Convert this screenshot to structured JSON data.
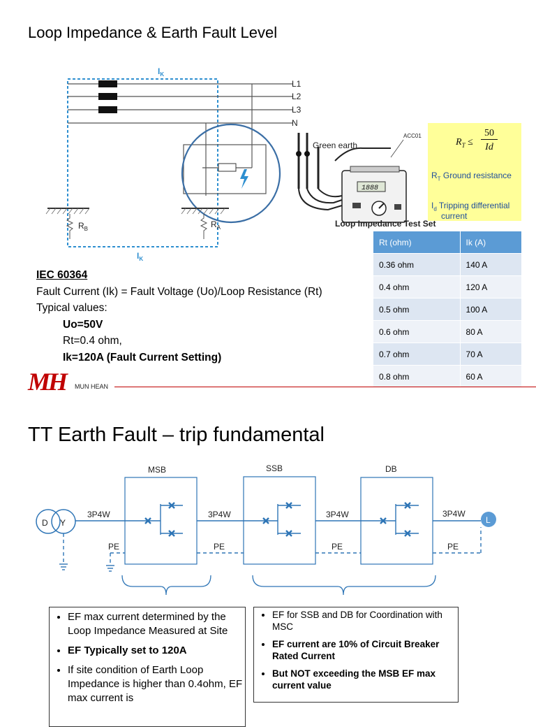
{
  "slide1": {
    "title": "Loop Impedance & Earth Fault Level",
    "diagram": {
      "ik_top": "I",
      "ik_top_sub": "K",
      "ik_bottom": "I",
      "ik_bottom_sub": "K",
      "l1": "L1",
      "l2": "L2",
      "l3": "L3",
      "n": "N",
      "rb": "R",
      "rb_sub": "B",
      "ra": "R",
      "ra_sub": "A",
      "tester_label": "Loop Impedance Test Set",
      "acc_label": "ACC01",
      "green_earth": "Green earth",
      "display": "1888"
    },
    "formula": {
      "lhs": "R",
      "lhs_sub": "T",
      "op": "≤",
      "numerator": "50",
      "denominator": "Id",
      "legend_rt": "R",
      "legend_rt_sub": "T",
      "legend_rt_text": " Ground resistance",
      "legend_id": "I",
      "legend_id_sub": "d",
      "legend_id_text1": " Tripping differential",
      "legend_id_text2": "current"
    },
    "table": {
      "headers": [
        "Rt (ohm)",
        "Ik (A)"
      ],
      "rows": [
        [
          "0.36 ohm",
          "140 A"
        ],
        [
          "0.4 ohm",
          "120 A"
        ],
        [
          "0.5 ohm",
          "100 A"
        ],
        [
          "0.6 ohm",
          "80 A"
        ],
        [
          "0.7 ohm",
          "70 A"
        ],
        [
          "0.8 ohm",
          "60 A"
        ]
      ]
    },
    "standard": {
      "heading": "IEC 60364",
      "line1": "Fault Current (Ik) = Fault Voltage (Uo)/Loop Resistance (Rt)",
      "line2": "Typical values:",
      "uo": "Uo=50V",
      "rt": "Rt=0.4 ohm,",
      "ik": "Ik=120A (Fault Current Setting)"
    },
    "logo": {
      "mark": "MH",
      "name": "MUN HEAN"
    }
  },
  "slide2": {
    "title": "TT Earth Fault – trip fundamental",
    "diagram": {
      "msb": "MSB",
      "ssb": "SSB",
      "db": "DB",
      "wire1": "3P4W",
      "wire2": "3P4W",
      "wire3": "3P4W",
      "wire4": "3P4W",
      "pe1": "PE",
      "pe2": "PE",
      "pe3": "PE",
      "pe4": "PE",
      "tx_d": "D",
      "tx_y": "Y",
      "load": "L"
    },
    "box_left": [
      {
        "text": "EF max current determined by the Loop Impedance Measured at Site",
        "bold": false
      },
      {
        "text": "EF Typically set to 120A",
        "bold": true
      },
      {
        "text": "If site condition of Earth Loop Impedance is higher than 0.4ohm, EF max current is",
        "bold": false
      }
    ],
    "box_right": [
      {
        "text": "EF for SSB and DB for Coordination with MSC",
        "bold": false
      },
      {
        "text": "EF current are 10% of Circuit Breaker Rated Current",
        "bold": true
      },
      {
        "text": "But NOT exceeding the MSB EF max current value",
        "bold": true
      }
    ],
    "colors": {
      "accent": "#5b9bd5",
      "line": "#2e75b6",
      "logo": "#c00000",
      "formula_bg": "#ffff99"
    }
  }
}
